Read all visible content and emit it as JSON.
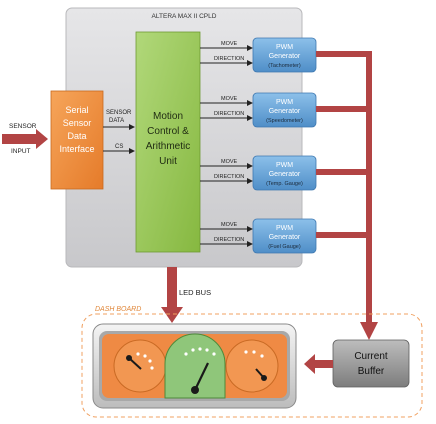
{
  "cpld": {
    "title": "ALTERA MAX II CPLD"
  },
  "sensor_input": {
    "line1": "SENSOR",
    "line2": "INPUT"
  },
  "serial_interface": {
    "lines": [
      "Serial",
      "Sensor",
      "Data",
      "Interface"
    ]
  },
  "signals": {
    "sensor_data_line1": "SENSOR",
    "sensor_data_line2": "DATA",
    "cs": "CS",
    "move": "MOVE",
    "direction": "DIRECTION"
  },
  "motion_unit": {
    "lines": [
      "Motion",
      "Control &",
      "Arithmetic",
      "Unit"
    ]
  },
  "pwm_generators": [
    {
      "title": "PWM",
      "subtitle": "Generator",
      "target": "(Tachometer)"
    },
    {
      "title": "PWM",
      "subtitle": "Generator",
      "target": "(Speedometer)"
    },
    {
      "title": "PWM",
      "subtitle": "Generator",
      "target": "(Temp. Gauge)"
    },
    {
      "title": "PWM",
      "subtitle": "Generator",
      "target": "(Fuel Gauge)"
    }
  ],
  "led_bus": {
    "label": "LED BUS"
  },
  "dash_board": {
    "label": "DASH BOARD"
  },
  "current_buffer": {
    "lines": [
      "Current",
      "Buffer"
    ]
  },
  "colors": {
    "cpld_bg": "#d4d4d6",
    "serial_box": "#f0903c",
    "motion_box": "#9dca5a",
    "pwm_box": "#6aa5d8",
    "arrow_red": "#b24444",
    "dash_orange": "#ef8a44",
    "dash_green": "#8fc67a",
    "buffer_gray": "#8f8f8f"
  },
  "icons": [
    "dashboard-gauge-icon",
    "needle-icon"
  ]
}
